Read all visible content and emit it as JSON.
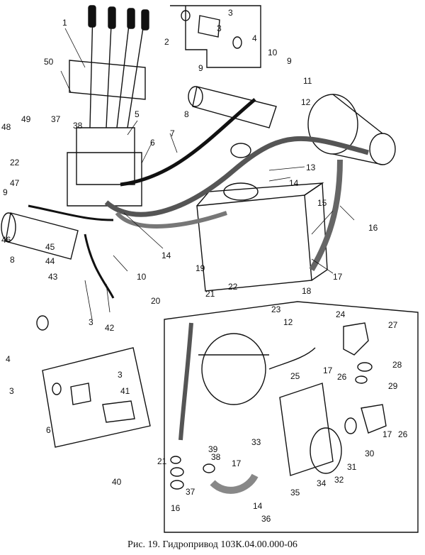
{
  "caption": "Рис. 19. Гидропривод 103К.04.00.000-06",
  "callouts": [
    "1",
    "2",
    "3",
    "3",
    "4",
    "10",
    "9",
    "9",
    "11",
    "12",
    "50",
    "5",
    "37",
    "38",
    "49",
    "48",
    "8",
    "7",
    "6",
    "22",
    "13",
    "47",
    "14",
    "9",
    "15",
    "16",
    "46",
    "45",
    "8",
    "44",
    "43",
    "19",
    "17",
    "14",
    "10",
    "18",
    "3",
    "42",
    "4",
    "21",
    "22",
    "20",
    "23",
    "12",
    "24",
    "27",
    "28",
    "29",
    "17",
    "26",
    "25",
    "17",
    "26",
    "30",
    "31",
    "32",
    "3",
    "3",
    "41",
    "6",
    "39",
    "33",
    "38",
    "17",
    "21",
    "40",
    "37",
    "35",
    "34",
    "14",
    "16",
    "36"
  ]
}
